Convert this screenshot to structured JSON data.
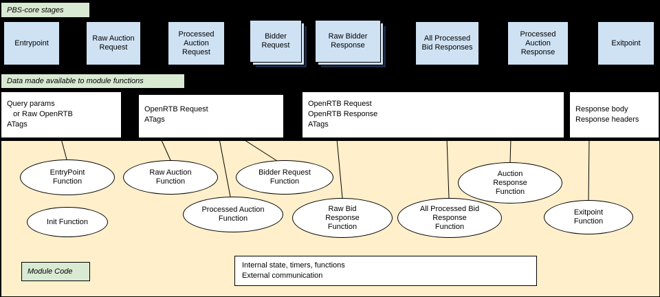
{
  "colors": {
    "stage_fill": "#cfe2f3",
    "label_fill": "#d9ead3",
    "module_area_fill": "#ffefca",
    "background": "#000000"
  },
  "labels": {
    "pbs_core_stages": "PBS-core stages",
    "data_available": "Data made available to module functions",
    "module_code": "Module Code"
  },
  "stages": [
    {
      "label": "Entrypoint",
      "stacked": false
    },
    {
      "label": "Raw Auction Request",
      "stacked": false
    },
    {
      "label": "Processed Auction Request",
      "stacked": false
    },
    {
      "label": "Bidder Request",
      "stacked": true
    },
    {
      "label": "Raw Bidder Response",
      "stacked": true
    },
    {
      "label": "All Processed Bid Responses",
      "stacked": false
    },
    {
      "label": "Processed Auction Response",
      "stacked": false
    },
    {
      "label": "Exitpoint",
      "stacked": false
    }
  ],
  "data_boxes": [
    {
      "lines": [
        "Query params",
        "   or Raw OpenRTB",
        "ATags"
      ]
    },
    {
      "lines": [
        "OpenRTB Request",
        "ATags"
      ]
    },
    {
      "lines": [
        "OpenRTB Request",
        "OpenRTB Response",
        "ATags"
      ]
    },
    {
      "lines": [
        "Response body",
        "Response headers"
      ]
    }
  ],
  "functions": [
    {
      "label": "EntryPoint Function"
    },
    {
      "label": "Init Function"
    },
    {
      "label": "Raw Auction Function"
    },
    {
      "label": "Processed Auction Function"
    },
    {
      "label": "Bidder Request Function"
    },
    {
      "label": "Raw Bid Response Function"
    },
    {
      "label": "All Processed Bid Response Function"
    },
    {
      "label": "Auction Response Function"
    },
    {
      "label": "Exitpoint Function"
    }
  ],
  "module_box": {
    "lines": [
      "Internal state, timers, functions",
      "External communication"
    ]
  }
}
